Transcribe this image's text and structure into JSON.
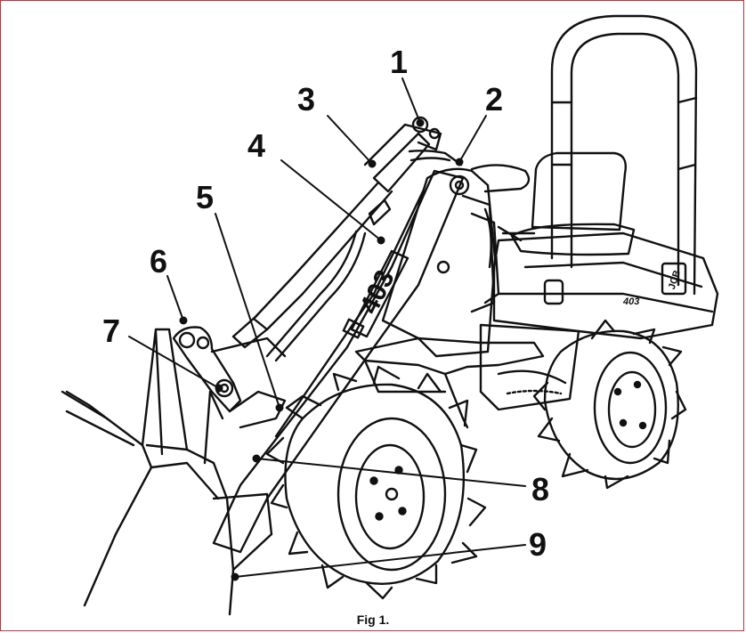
{
  "figure": {
    "caption": "Fig 1.",
    "machine_model_text": "403",
    "machine_brand_text": "JCB",
    "callouts": [
      "1",
      "2",
      "3",
      "4",
      "5",
      "6",
      "7",
      "8",
      "9"
    ]
  },
  "colors": {
    "frame_border": "#c0303a",
    "line_art": "#111111",
    "background": "#ffffff"
  }
}
